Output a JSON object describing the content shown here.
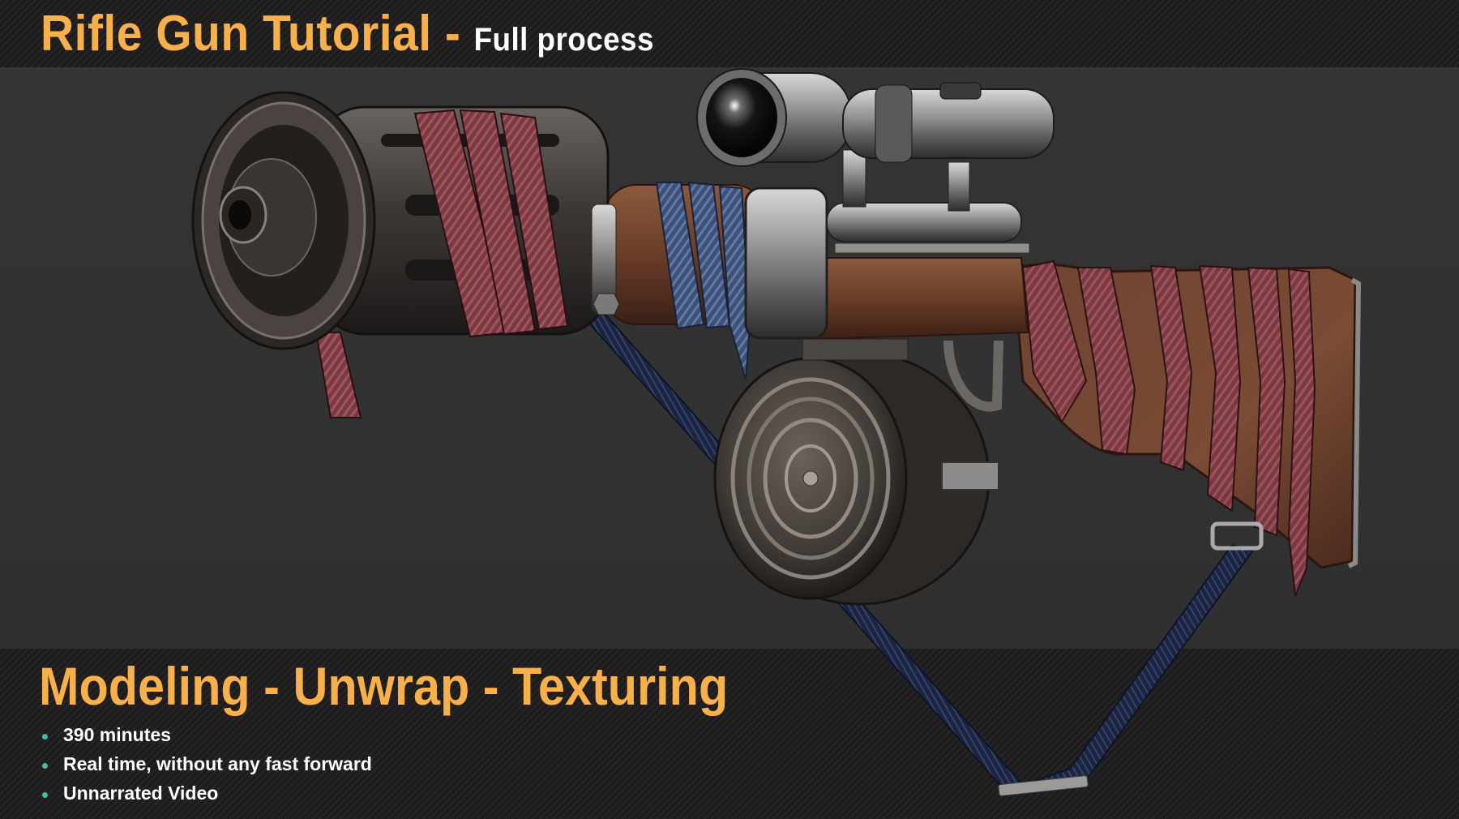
{
  "header": {
    "title": "Rifle Gun Tutorial - ",
    "subtitle": "Full process"
  },
  "footer": {
    "heading": "Modeling - Unwrap - Texturing",
    "bullets": [
      "390 minutes",
      "Real time, without any fast forward",
      "Unnarrated Video"
    ]
  },
  "colors": {
    "accent": "#f7b04a",
    "bullet": "#3fbfa8",
    "band": "#1e1c1d",
    "stage": "#313131"
  },
  "image": {
    "subject": "rifle-render-3d"
  }
}
